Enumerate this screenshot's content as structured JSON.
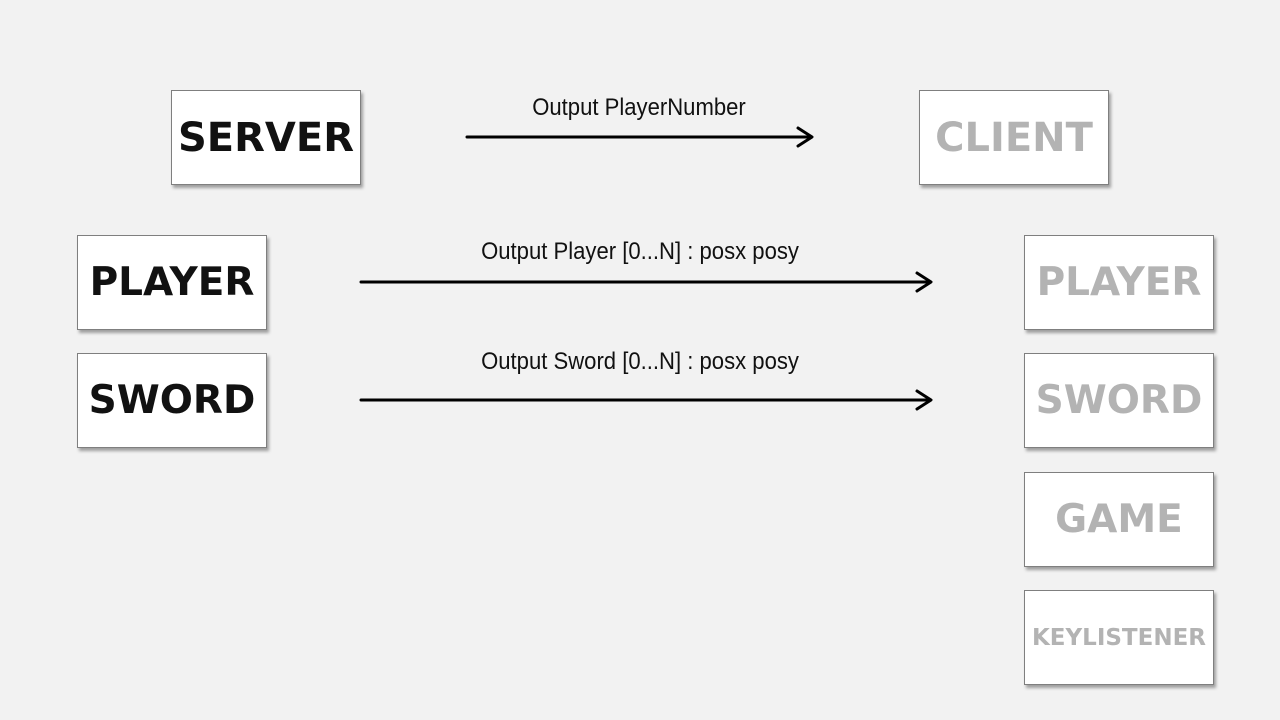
{
  "server_side": {
    "title": "SERVER",
    "components": [
      "PLAYER",
      "SWORD"
    ]
  },
  "client_side": {
    "title": "CLIENT",
    "components": [
      "PLAYER",
      "SWORD",
      "GAME",
      "KEYLISTENER"
    ]
  },
  "messages": [
    "Output PlayerNumber",
    "Output Player [0...N] : posx posy",
    "Output Sword [0...N] : posx posy"
  ],
  "colors": {
    "background": "#f2f2f2",
    "active_text": "#111111",
    "inactive_text": "#b3b3b3",
    "arrow": "#000000"
  }
}
